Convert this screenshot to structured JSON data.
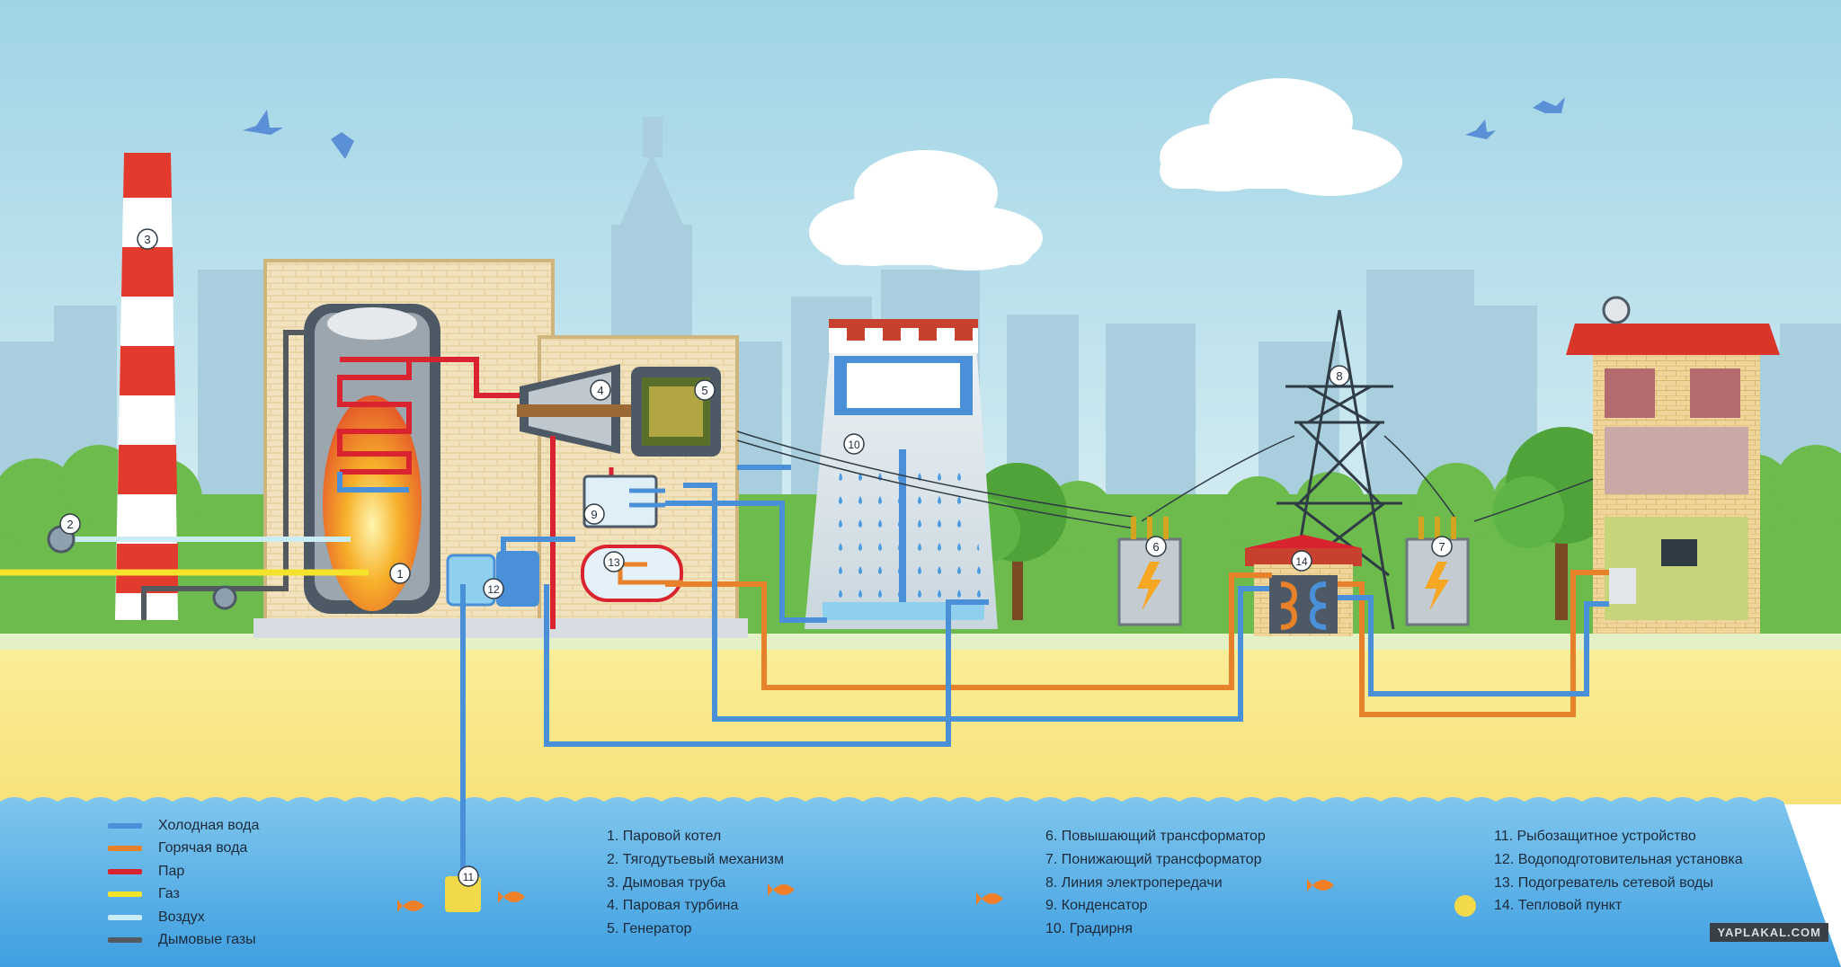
{
  "legend": [
    {
      "label": "Холодная вода",
      "color": "#4a90d9"
    },
    {
      "label": "Горячая вода",
      "color": "#e8822a"
    },
    {
      "label": "Пар",
      "color": "#d9232e"
    },
    {
      "label": "Газ",
      "color": "#f5e32b"
    },
    {
      "label": "Воздух",
      "color": "#c9ecf5"
    },
    {
      "label": "Дымовые газы",
      "color": "#555a5f"
    }
  ],
  "components": {
    "col1": [
      "1. Паровой котел",
      "2. Тягодутьевый механизм",
      "3. Дымовая труба",
      "4. Паровая турбина",
      "5. Генератор"
    ],
    "col2": [
      "6. Повышающий трансформатор",
      "7. Понижающий трансформатор",
      "8. Линия электропередачи",
      "9. Конденсатор",
      "10. Градирня"
    ],
    "col3": [
      "11. Рыбозащитное устройство",
      "12. Водоподготовительная установка",
      "13. Подогреватель сетевой воды",
      "14. Тепловой пункт"
    ]
  },
  "markers": [
    "1",
    "2",
    "3",
    "4",
    "5",
    "6",
    "7",
    "8",
    "9",
    "10",
    "11",
    "12",
    "13",
    "14"
  ],
  "watermark": "YAPLAKAL.COM"
}
